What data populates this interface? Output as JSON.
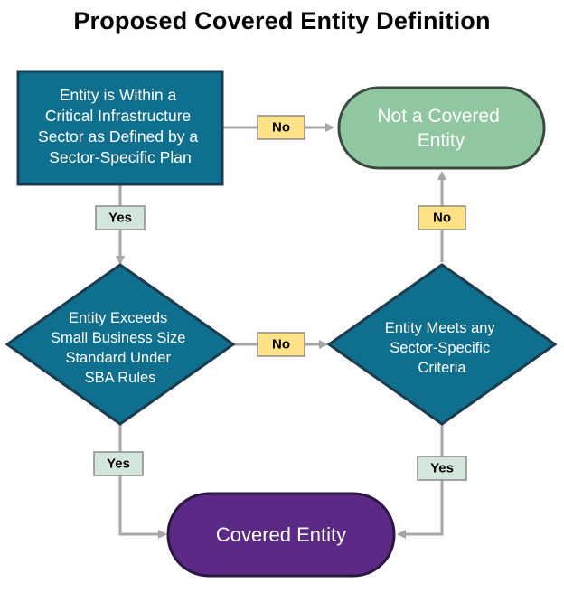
{
  "title": "Proposed Covered Entity Definition",
  "colors": {
    "process_fill": "#0f6f8e",
    "process_border": "#1d3b4f",
    "decision_fill": "#0f6f8e",
    "negative_terminal_fill": "#90c6a0",
    "positive_terminal_fill": "#5b2a86",
    "no_label_fill": "#ffe285",
    "yes_label_fill": "#d3e6dc",
    "connector": "#a6a6a6"
  },
  "nodes": {
    "critical_infrastructure": {
      "lines": [
        "Entity is Within a",
        "Critical Infrastructure",
        "Sector as Defined by a",
        "Sector-Specific Plan"
      ]
    },
    "not_covered": {
      "lines": [
        "Not a Covered",
        "Entity"
      ]
    },
    "exceeds_sba": {
      "lines": [
        "Entity Exceeds",
        "Small Business Size",
        "Standard Under",
        "SBA Rules"
      ]
    },
    "sector_criteria": {
      "lines": [
        "Entity Meets any",
        "Sector-Specific",
        "Criteria"
      ]
    },
    "covered": {
      "lines": [
        "Covered Entity"
      ]
    }
  },
  "edge_labels": {
    "ci_to_not_covered": "No",
    "ci_to_sba": "Yes",
    "sba_to_criteria": "No",
    "criteria_to_not_covered": "No",
    "sba_to_covered": "Yes",
    "criteria_to_covered": "Yes"
  }
}
